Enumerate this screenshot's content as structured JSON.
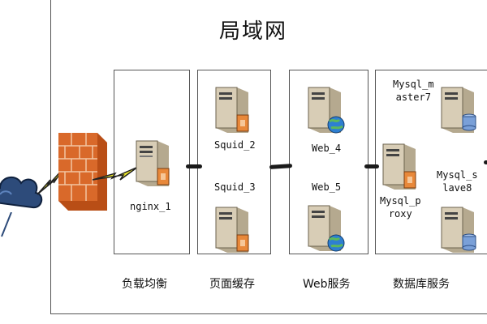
{
  "diagram": {
    "title": "局域网",
    "tiers": [
      {
        "label": "负载均衡"
      },
      {
        "label": "页面缓存"
      },
      {
        "label": "Web服务"
      },
      {
        "label": "数据库服务"
      }
    ],
    "nodes": {
      "nginx": "nginx_1",
      "squid_2": "Squid_2",
      "squid_3": "Squid_3",
      "web_4": "Web_4",
      "web_5": "Web_5",
      "mysql_master": [
        "Mysql_m",
        "aster7"
      ],
      "mysql_proxy": [
        "Mysql_p",
        "roxy"
      ],
      "mysql_slave": [
        "Mysql_s",
        "lave8"
      ]
    }
  },
  "colors": {
    "firewall": "#d9692a",
    "cloud": "#2d4b7a",
    "lightning": "#f3ef2a",
    "server_body": "#d8cdb6",
    "globe": "#2e7fd1",
    "db": "#7aa0d8",
    "lock": "#e8883a"
  }
}
